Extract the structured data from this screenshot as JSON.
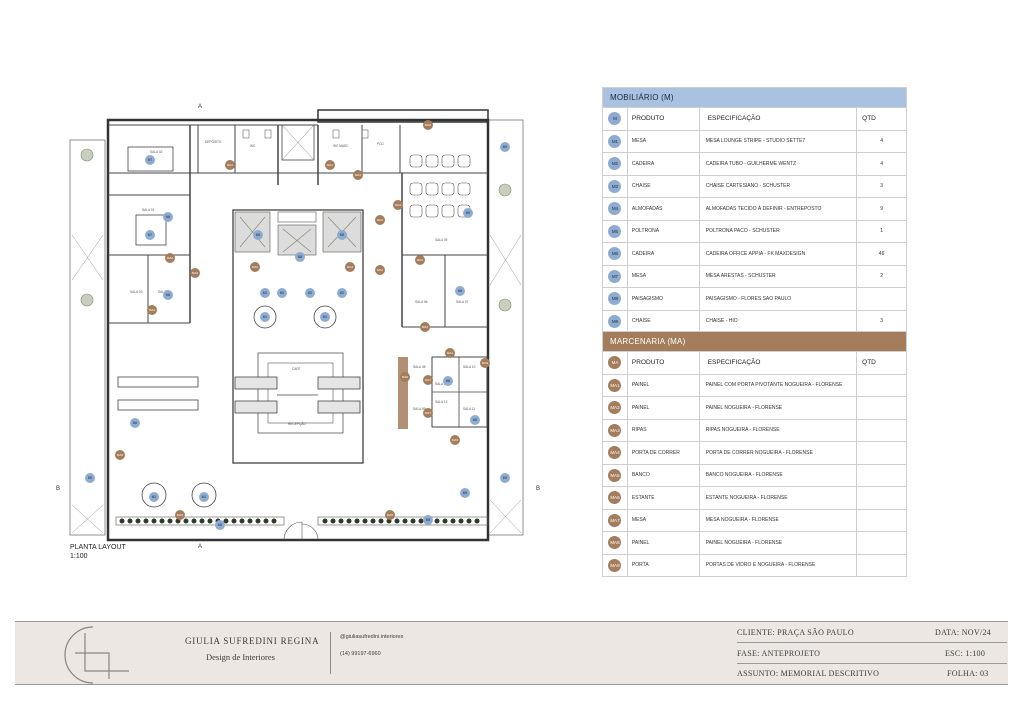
{
  "plan": {
    "title": "PLANTA LAYOUT",
    "scale": "1:100",
    "cut_marks": [
      "A",
      "A",
      "B",
      "B"
    ],
    "room_labels": [
      "DEPÓSITO",
      "WC",
      "WC MASC",
      "PCD",
      "SALA 01",
      "SALA 02",
      "SALA 03",
      "SALA 04",
      "SALA 05",
      "SALA 06",
      "SALA 07",
      "SALA 08",
      "SALA 09",
      "SALA 10",
      "SALA 11",
      "SALA 12",
      "SALA 13",
      "CAFÉ",
      "RECEPÇÃO"
    ],
    "markers_m": [
      "M1",
      "M2",
      "M3",
      "M5",
      "M6",
      "M7",
      "M8",
      "M9"
    ],
    "markers_ma": [
      "MA1",
      "MA2",
      "MA3",
      "MA4",
      "MA5",
      "MA6",
      "MA7",
      "MA8",
      "MA9"
    ]
  },
  "mobiliario": {
    "title": "MOBILIÁRIO (M)",
    "header": {
      "code": "M",
      "produto": "PRODUTO",
      "especificacao": "ESPECIFICAÇÃO",
      "qtd": "QTD"
    },
    "rows": [
      {
        "code": "M1",
        "produto": "MESA",
        "especificacao": "MESA LOUNGE STRIPE - STUDIO SETTE7",
        "qtd": "4"
      },
      {
        "code": "M2",
        "produto": "CADEIRA",
        "especificacao": "CADEIRA TUBO - GUILHERME WENTZ",
        "qtd": "4"
      },
      {
        "code": "M3",
        "produto": "CHAISE",
        "especificacao": "CHAISE CARTESIANO - SCHUSTER",
        "qtd": "3"
      },
      {
        "code": "M4",
        "produto": "ALMOFADAS",
        "especificacao": "ALMOFADAS TECIDO À DEFINIR - ENTREPOSTO",
        "qtd": "9"
      },
      {
        "code": "M5",
        "produto": "POLTRONA",
        "especificacao": "POLTRONA PACO - SCHUSTER",
        "qtd": "1"
      },
      {
        "code": "M6",
        "produto": "CADEIRA",
        "especificacao": "CADEIRA OFFICE APPIA - FK MAXDESIGN",
        "qtd": "46"
      },
      {
        "code": "M7",
        "produto": "MESA",
        "especificacao": "MESA ARESTAS - SCHUSTER",
        "qtd": "2"
      },
      {
        "code": "M8",
        "produto": "PAISAGISMO",
        "especificacao": "PAISAGISMO - FLORES SAO PAULO",
        "qtd": ""
      },
      {
        "code": "M9",
        "produto": "CHAISE",
        "especificacao": "CHAISE - HIO",
        "qtd": "3"
      }
    ]
  },
  "marcenaria": {
    "title": "MARCENARIA (MA)",
    "header": {
      "code": "MA",
      "produto": "PRODUTO",
      "especificacao": "ESPECIFICAÇÃO",
      "qtd": "QTD"
    },
    "rows": [
      {
        "code": "MA1",
        "produto": "PAINEL",
        "especificacao": "PAINEL COM PORTA PIVOTANTE NOGUEIRA - FLORENSE",
        "qtd": ""
      },
      {
        "code": "MA2",
        "produto": "PAINEL",
        "especificacao": "PAINEL NOGUEIRA - FLORENSE",
        "qtd": ""
      },
      {
        "code": "MA3",
        "produto": "RIPAS",
        "especificacao": "RIPAS NOGUEIRA - FLORENSE",
        "qtd": ""
      },
      {
        "code": "MA4",
        "produto": "PORTA DE CORRER",
        "especificacao": "PORTA DE CORRER NOGUEIRA - FLORENSE",
        "qtd": ""
      },
      {
        "code": "MA5",
        "produto": "BANCO",
        "especificacao": "BANCO NOGUEIRA - FLORENSE",
        "qtd": ""
      },
      {
        "code": "MA6",
        "produto": "ESTANTE",
        "especificacao": "ESTANTE NOGUEIRA - FLORENSE",
        "qtd": ""
      },
      {
        "code": "MA7",
        "produto": "MESA",
        "especificacao": "MESA NOGUEIRA - FLORENSE",
        "qtd": ""
      },
      {
        "code": "MA8",
        "produto": "PAINEL",
        "especificacao": "PAINEL NOGUEIRA - FLORENSE",
        "qtd": ""
      },
      {
        "code": "MA9",
        "produto": "PORTA",
        "especificacao": "PORTAS DE VIDRO E NOGUEIRA - FLORENSE",
        "qtd": ""
      }
    ]
  },
  "title_block": {
    "name": "GIULIA SUFREDINI REGINA",
    "subtitle": "Design de Interiores",
    "instagram": "@giuliasufredini.interiores",
    "phone": "(14) 99197-6960",
    "cliente": "CLIENTE: PRAÇA SÃO PAULO",
    "data": "DATA: NOV/24",
    "fase": "FASE: ANTEPROJETO",
    "esc": "ESC: 1:100",
    "assunto": "ASSUNTO: MEMORIAL DESCRITIVO",
    "folha": "FOLHA: 03"
  },
  "colors": {
    "mobiliario": "#a9c2e2",
    "marcenaria": "#a47d5c",
    "title_block": "#ece7e2"
  }
}
